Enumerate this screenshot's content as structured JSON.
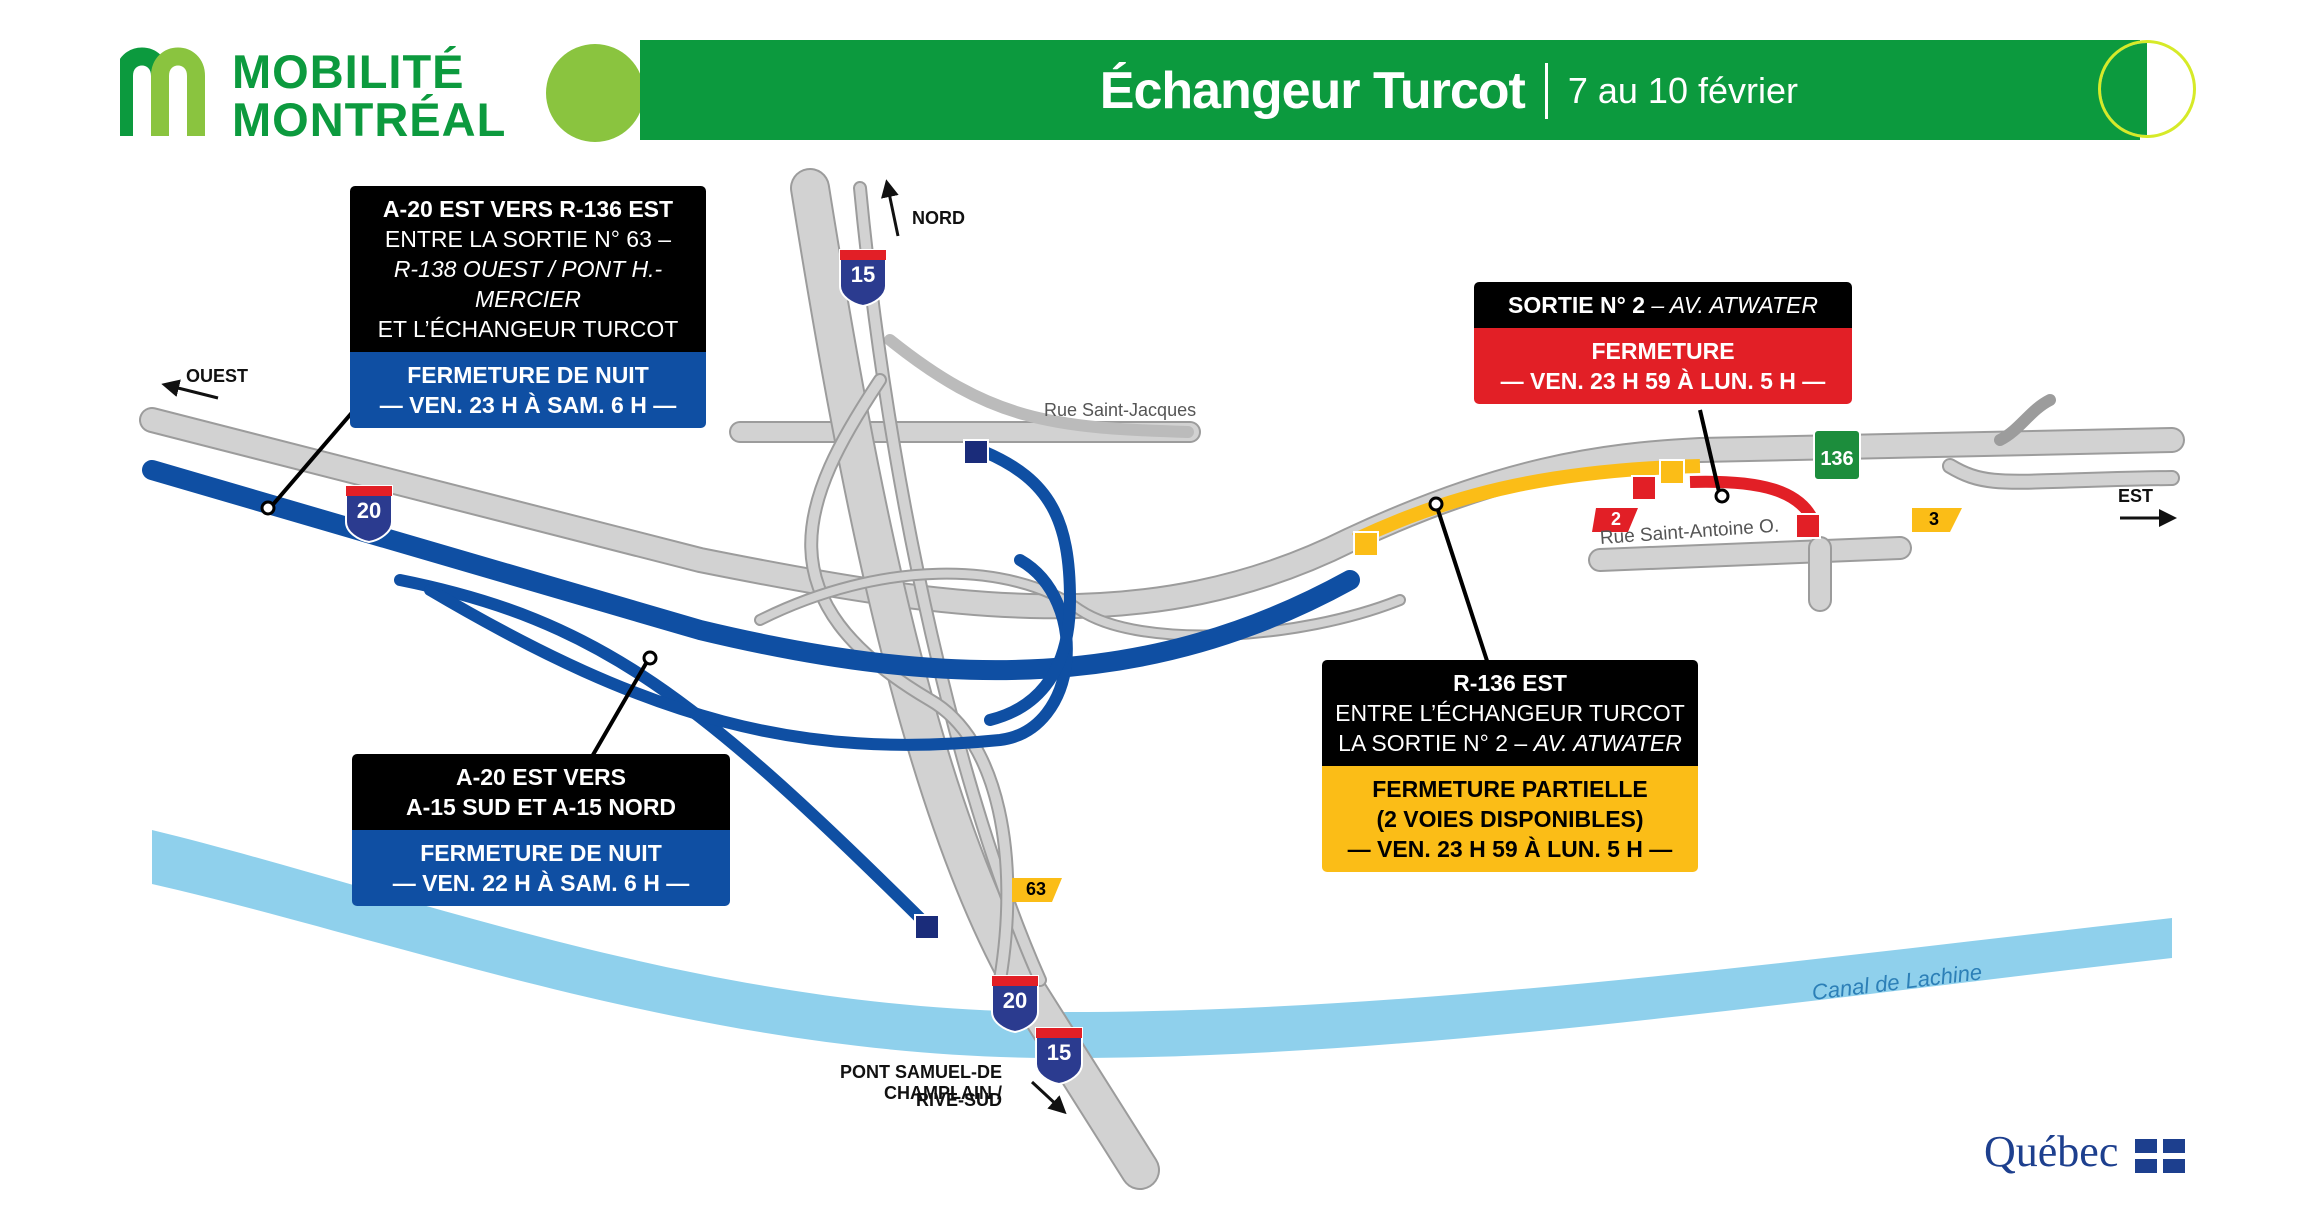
{
  "brand": {
    "line1": "MOBILITÉ",
    "line2": "MONTRÉAL"
  },
  "header": {
    "title": "Échangeur Turcot",
    "dates": "7 au 10 février"
  },
  "colors": {
    "green": "#0c9a3e",
    "lime": "#8ac43f",
    "blue": "#0f4fa3",
    "red": "#e21f26",
    "yellow": "#fbbd17",
    "water": "#8fd0ec",
    "road": "#cfcfcf"
  },
  "directions": {
    "north": "NORD",
    "west": "OUEST",
    "east": "EST",
    "south": "PONT SAMUEL-DE CHAMPLAIN /",
    "south2": "RIVE-SUD"
  },
  "streets": {
    "saint_jacques": "Rue Saint-Jacques",
    "saint_antoine": "Rue Saint-Antoine O.",
    "canal": "Canal de Lachine"
  },
  "shields": {
    "a15_top": "15",
    "a20_left": "20",
    "a20_bottom": "20",
    "a15_bottom": "15",
    "r136": "136"
  },
  "exits": {
    "exit2": "2",
    "exit3": "3",
    "exit63": "63"
  },
  "callouts": {
    "c1": {
      "line1": "A-20 EST VERS R-136 EST",
      "line2": "ENTRE LA SORTIE N° 63 –",
      "line3": "R-138 OUEST / PONT H.-MERCIER",
      "line4": "ET L’ÉCHANGEUR TURCOT",
      "status1": "FERMETURE DE NUIT",
      "status2": "— VEN. 23 H À SAM. 6 H —"
    },
    "c2": {
      "line1": "A-20 EST VERS",
      "line2": "A-15 SUD ET A-15 NORD",
      "status1": "FERMETURE DE NUIT",
      "status2": "— VEN. 22 H À SAM. 6 H —"
    },
    "c3": {
      "line1a": "SORTIE N° 2",
      "line1b": " – AV. ATWATER",
      "status1": "FERMETURE",
      "status2": "— VEN. 23 H 59 À LUN. 5 H —"
    },
    "c4": {
      "line1": "R-136 EST",
      "line2": "ENTRE L’ÉCHANGEUR TURCOT",
      "line3a": "LA SORTIE N° 2 – ",
      "line3b": "AV. ATWATER",
      "status1": "FERMETURE PARTIELLE",
      "status2": "(2 VOIES DISPONIBLES)",
      "status3": "— VEN. 23 H 59 À LUN. 5 H —"
    }
  },
  "footer": {
    "quebec": "Québec"
  }
}
